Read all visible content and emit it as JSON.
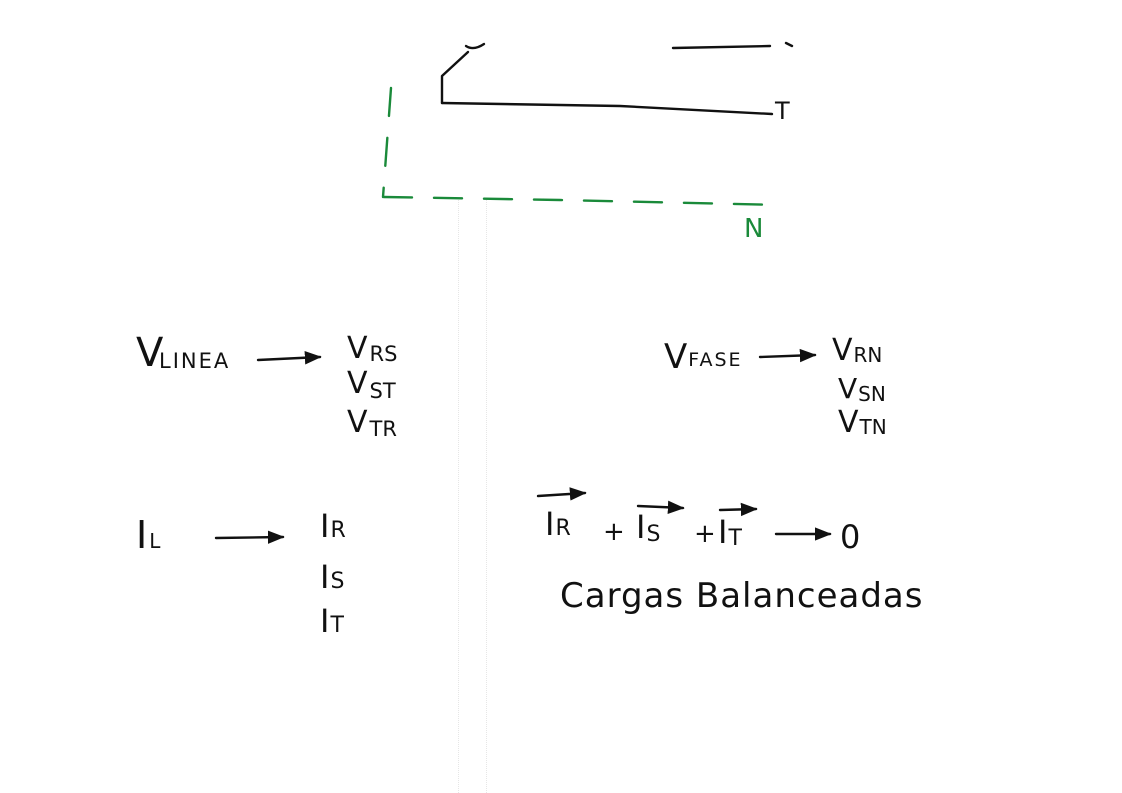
{
  "colors": {
    "ink": "#111111",
    "neutral_wire": "#1a8a3a",
    "background": "#ffffff"
  },
  "circuit": {
    "terminal_t": "T",
    "neutral_label": "N"
  },
  "line_voltage": {
    "symbol": "V",
    "subscript": "LINEA",
    "items": [
      {
        "symbol": "V",
        "sub": "RS"
      },
      {
        "symbol": "V",
        "sub": "ST"
      },
      {
        "symbol": "V",
        "sub": "TR"
      }
    ]
  },
  "phase_voltage": {
    "symbol": "V",
    "subscript": "FASE",
    "items": [
      {
        "symbol": "V",
        "sub": "RN"
      },
      {
        "symbol": "V",
        "sub": "SN"
      },
      {
        "symbol": "V",
        "sub": "TN"
      }
    ]
  },
  "line_current": {
    "symbol": "I",
    "subscript": "L",
    "items": [
      {
        "symbol": "I",
        "sub": "R"
      },
      {
        "symbol": "I",
        "sub": "S"
      },
      {
        "symbol": "I",
        "sub": "T"
      }
    ]
  },
  "current_sum": {
    "terms": [
      {
        "symbol": "I",
        "sub": "R"
      },
      {
        "symbol": "I",
        "sub": "S"
      },
      {
        "symbol": "I",
        "sub": "T"
      }
    ],
    "plus": "+",
    "result": "0",
    "note": "Cargas Balanceadas"
  }
}
